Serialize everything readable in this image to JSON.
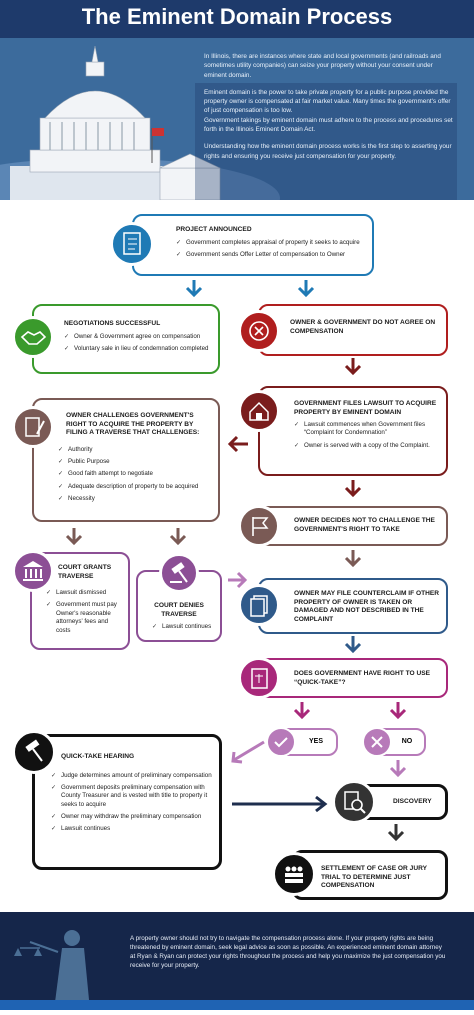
{
  "header": {
    "title": "The Eminent Domain Process"
  },
  "intro": {
    "paragraphs": [
      "In Illinois, there are instances where state and local governments (and railroads and sometimes utility companies) can seize your property without your consent under eminent domain.",
      "Eminent domain is the power to take private property for a public purpose provided the property owner is compensated at fair market value.  Many times the government's offer of just compensation is too low.",
      "Government takings by eminent domain must adhere to the process and procedures set forth in the Illinois Eminent Domain Act.",
      "Understanding how the eminent domain process works is the first step to asserting your rights and ensuring you receive just compensation for your property."
    ]
  },
  "steps": {
    "project_announced": {
      "title": "PROJECT ANNOUNCED",
      "items": [
        "Government completes appraisal of property it seeks to acquire",
        "Government sends Offer Letter of compensation to Owner"
      ]
    },
    "negotiations_successful": {
      "title": "NEGOTIATIONS SUCCESSFUL",
      "items": [
        "Owner & Government agree on compensation",
        "Voluntary sale in lieu of condemnation completed"
      ]
    },
    "no_agreement": {
      "title": "OWNER & GOVERNMENT DO NOT AGREE ON COMPENSATION"
    },
    "lawsuit": {
      "title": "GOVERNMENT FILES LAWSUIT TO ACQUIRE PROPERTY BY EMINENT DOMAIN",
      "items": [
        "Lawsuit commences when Government files “Complaint for Condemnation”",
        "Owner is served with a copy of the Complaint."
      ]
    },
    "challenge": {
      "title": "OWNER CHALLENGES GOVERNMENT'S RIGHT TO ACQUIRE THE PROPERTY BY FILING A TRAVERSE THAT CHALLENGES:",
      "items": [
        "Authority",
        "Public Purpose",
        "Good faith attempt to negotiate",
        "Adequate description of property to be acquired",
        "Necessity"
      ]
    },
    "decides_not": {
      "title": "OWNER DECIDES NOT TO CHALLENGE THE GOVERNMENT'S RIGHT TO TAKE"
    },
    "grants": {
      "title": "COURT GRANTS TRAVERSE",
      "items": [
        "Lawsuit dismissed",
        "Government must pay Owner's reasonable attorneys' fees and costs"
      ]
    },
    "denies": {
      "title": "COURT DENIES TRAVERSE",
      "items": [
        "Lawsuit continues"
      ]
    },
    "counterclaim": {
      "title": "OWNER MAY FILE COUNTERCLAIM IF OTHER PROPERTY OF OWNER IS TAKEN OR DAMAGED AND NOT DESCRIBED IN THE COMPLAINT"
    },
    "quick_take_question": {
      "title": "DOES GOVERNMENT HAVE RIGHT TO USE “QUICK-TAKE”?"
    },
    "yes": {
      "label": "YES"
    },
    "no": {
      "label": "NO"
    },
    "hearing": {
      "title": "QUICK-TAKE HEARING",
      "items": [
        "Judge determines amount of preliminary compensation",
        "Government deposits preliminary compensation with County Treasurer and is vested with title to property it seeks to acquire",
        "Owner may withdraw the preliminary compensation",
        "Lawsuit continues"
      ]
    },
    "discovery": {
      "title": "DISCOVERY"
    },
    "settlement": {
      "title": "SETTLEMENT OF CASE OR JURY TRIAL TO DETERMINE JUST COMPENSATION"
    }
  },
  "footer": {
    "text": "A property owner should not try to navigate the compensation process alone.  If your property rights are being threatened by eminent domain, seek legal advice as soon as possible.  An experienced eminent domain attorney at Ryan & Ryan can protect your rights throughout the process and help you maximize the just compensation you receive for your property."
  },
  "colors": {
    "blue": "#1f7ab5",
    "green": "#3a9a2c",
    "red": "#b01e1e",
    "darkred": "#7a1c1c",
    "brown": "#7a5a55",
    "purple": "#8c4f95",
    "magenta": "#a8287a",
    "slateblue": "#2f5a8a",
    "lilac": "#b77ab9",
    "black": "#111111",
    "navy": "#1e3a6b"
  },
  "icons": [
    "document-checklist-icon",
    "handshake-icon",
    "x-mark-icon",
    "house-gavel-icon",
    "contract-pen-icon",
    "flag-icon",
    "courthouse-icon",
    "gavel-icon",
    "documents-icon",
    "law-book-icon",
    "check-icon",
    "x-icon",
    "gavel-hand-icon",
    "magnifier-document-icon",
    "jury-icon",
    "lady-justice-icon",
    "capitol-dome-icon"
  ]
}
